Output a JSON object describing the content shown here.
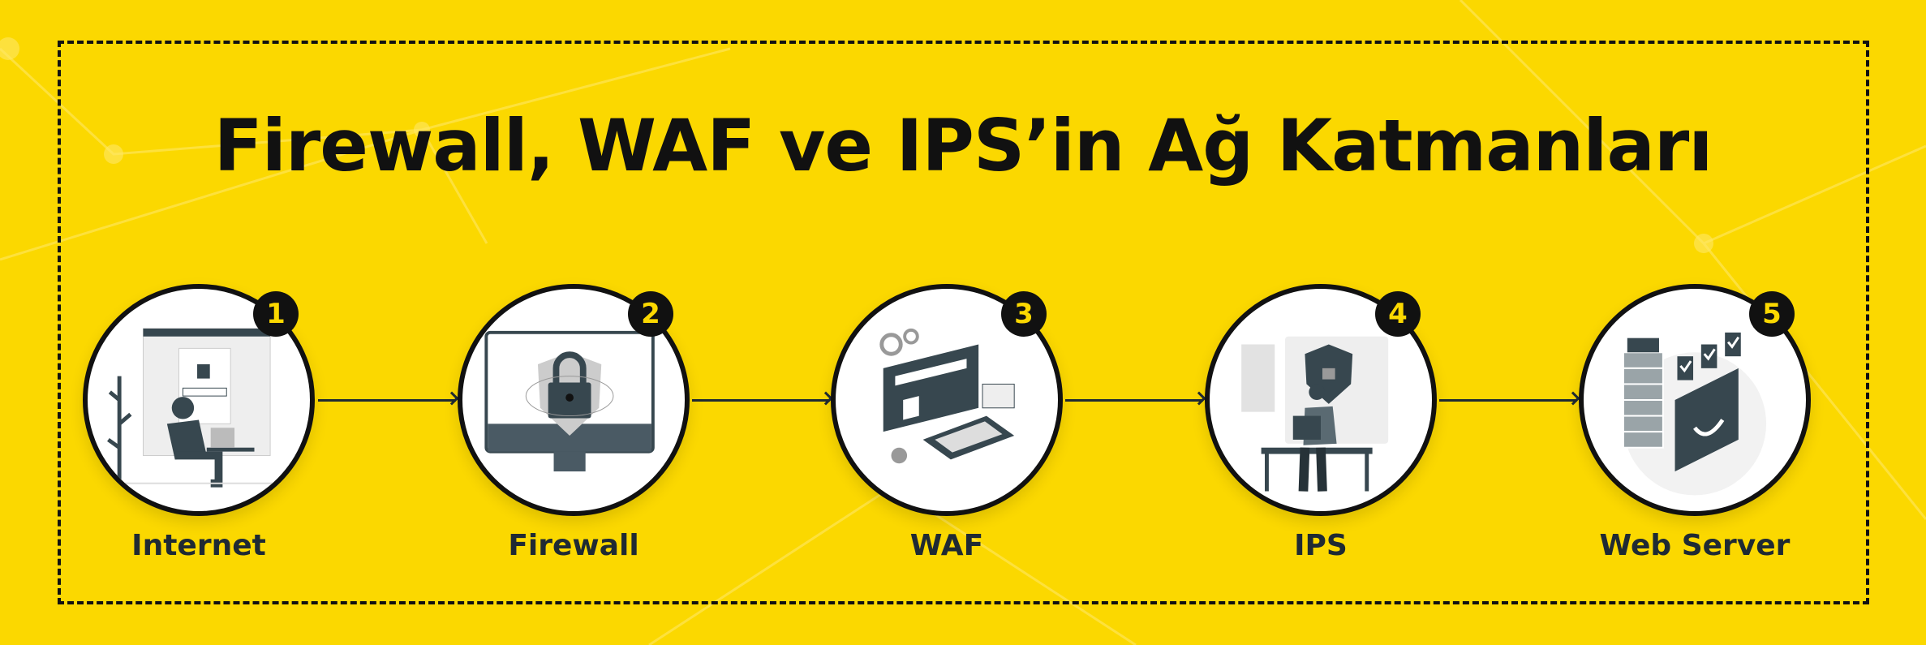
{
  "title": "Firewall, WAF ve IPS’in Ağ Katmanları",
  "colors": {
    "background": "#fbd800",
    "ink": "#111111",
    "label": "#1f2a33",
    "illustration": "#37474f"
  },
  "steps": [
    {
      "number": "1",
      "label": "Internet",
      "icon": "person-laptop-login-icon"
    },
    {
      "number": "2",
      "label": "Firewall",
      "icon": "monitor-padlock-icon"
    },
    {
      "number": "3",
      "label": "WAF",
      "icon": "otp-phone-security-icon"
    },
    {
      "number": "4",
      "label": "IPS",
      "icon": "person-shield-icon"
    },
    {
      "number": "5",
      "label": "Web Server",
      "icon": "server-monitor-check-icon"
    }
  ]
}
